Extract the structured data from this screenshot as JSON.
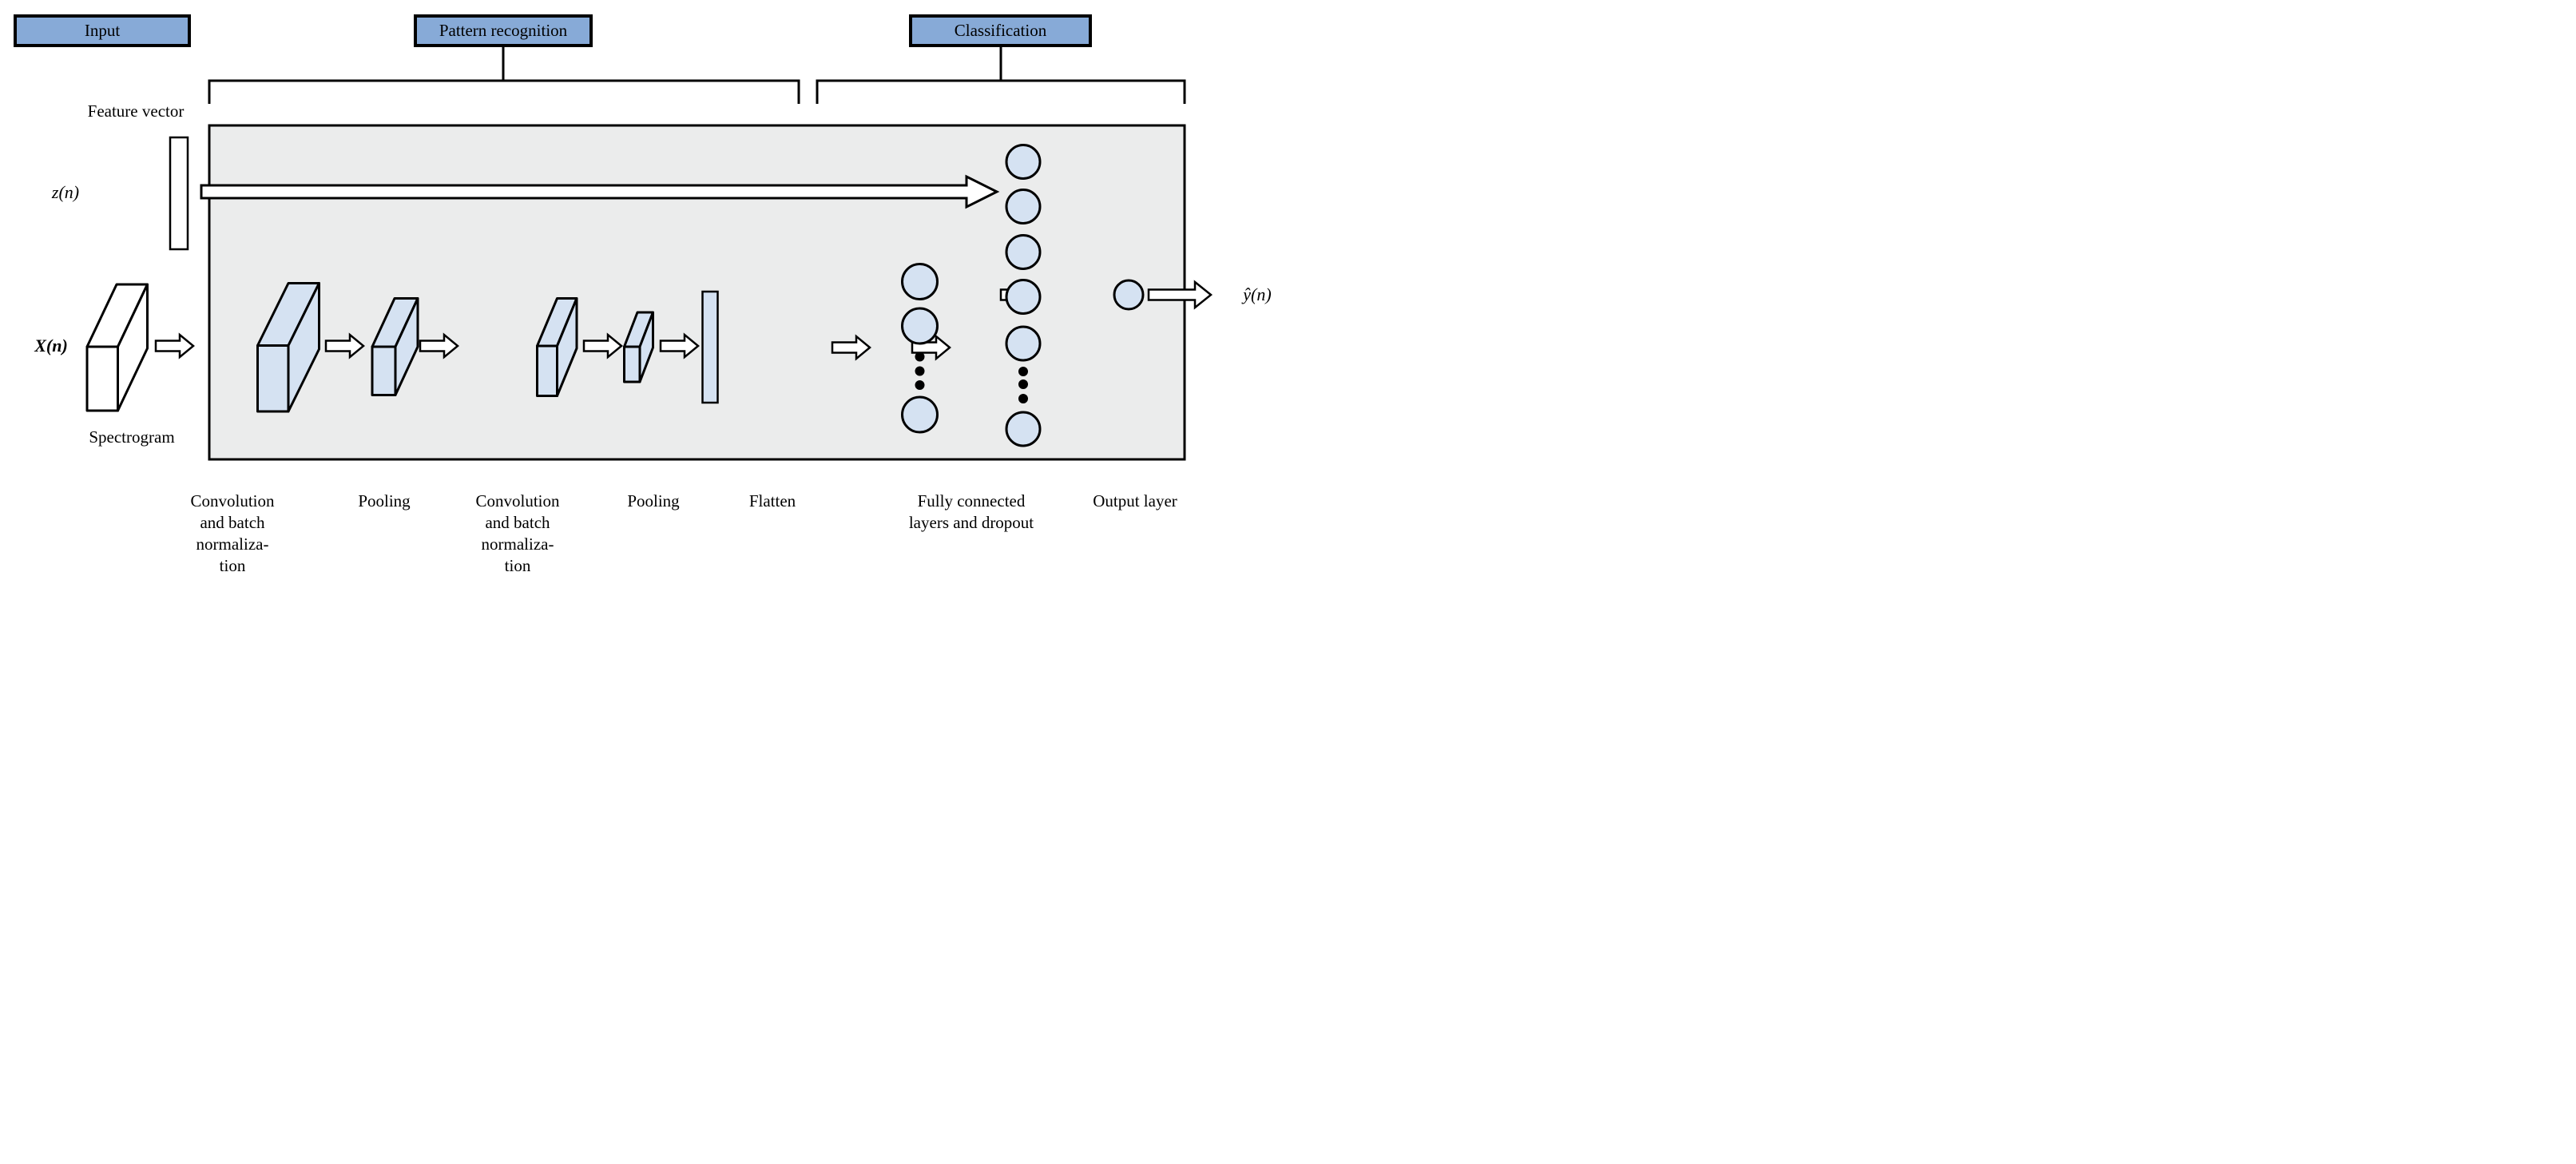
{
  "palette": {
    "header_blue": "#87aad7",
    "light_blue": "#d5e2f2",
    "gray_bg": "#ebecec",
    "white": "#ffffff",
    "outline": "#000000"
  },
  "stages": [
    {
      "label": "Input"
    },
    {
      "label": "Pattern recognition"
    },
    {
      "label": "Classification"
    }
  ],
  "inputs": {
    "feature_vector_label": "Feature vector",
    "feature_vector_symbol": "z(n)",
    "spectrogram_symbol": "X(n)",
    "spectrogram_label": "Spectrogram"
  },
  "output": {
    "symbol": "ŷ(n)"
  },
  "layer_labels": [
    {
      "id": "conv1",
      "lines": [
        "Convolution",
        "and batch",
        "normaliza-",
        "tion"
      ]
    },
    {
      "id": "pool1",
      "lines": [
        "Pooling"
      ]
    },
    {
      "id": "conv2",
      "lines": [
        "Convolution",
        "and batch",
        "normaliza-",
        "tion"
      ]
    },
    {
      "id": "pool2",
      "lines": [
        "Pooling"
      ]
    },
    {
      "id": "flatten",
      "lines": [
        "Flatten"
      ]
    },
    {
      "id": "fully_connected",
      "lines": [
        "Fully connected",
        "layers and dropout"
      ]
    },
    {
      "id": "output_layer",
      "lines": [
        "Output layer"
      ]
    }
  ]
}
